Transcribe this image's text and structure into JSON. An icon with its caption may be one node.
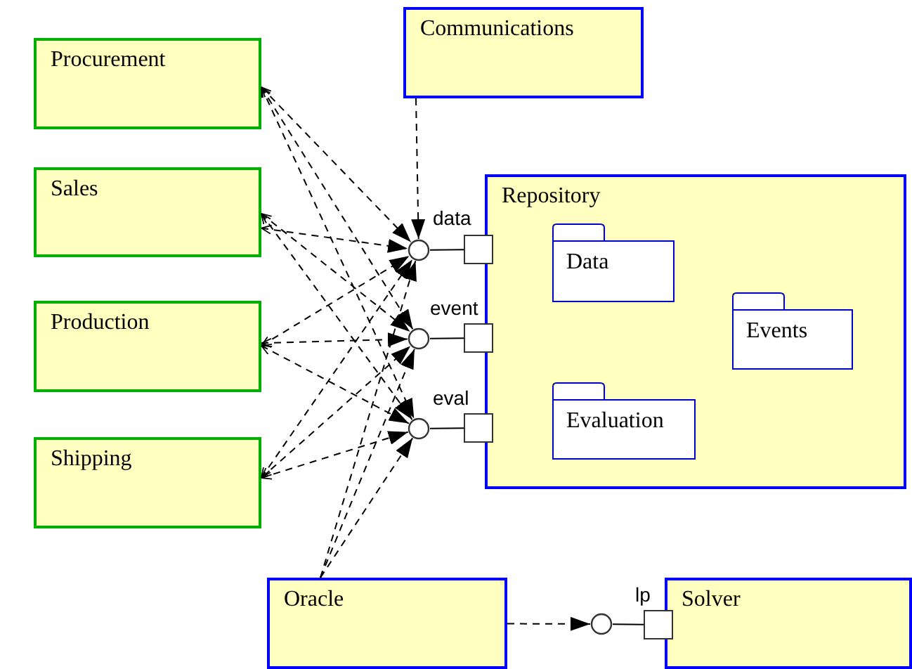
{
  "diagram": {
    "nodes": [
      {
        "text": [
          "Procurement"
        ]
      },
      {
        "text": [
          "Sales"
        ]
      },
      {
        "text": [
          "Production"
        ]
      },
      {
        "text": [
          "Shipping"
        ]
      },
      {
        "text": [
          "Communications"
        ]
      },
      {
        "text": [
          "Repository"
        ]
      },
      {
        "text": [
          "Data"
        ],
        "in": 5
      },
      {
        "text": [
          "Events"
        ],
        "in": 5
      },
      {
        "text": [
          "Evaluation"
        ],
        "in": 5
      },
      {
        "text": [
          "Oracle"
        ]
      },
      {
        "text": [
          "Solver"
        ]
      },
      {
        "text": [],
        "shape": "circle",
        "beside": [
          "data"
        ]
      },
      {
        "text": [],
        "shape": "circle",
        "beside": [
          "event"
        ]
      },
      {
        "text": [],
        "shape": "circle",
        "beside": [
          "eval"
        ]
      },
      {
        "text": [],
        "shape": "box"
      },
      {
        "text": [],
        "shape": "box"
      },
      {
        "text": [],
        "shape": "box"
      },
      {
        "text": [],
        "shape": "circle"
      },
      {
        "text": [],
        "shape": "box",
        "beside": [
          "lp"
        ]
      }
    ],
    "edges": [
      {
        "from": 0,
        "to": 11,
        "arrow": "both",
        "style": "dashed"
      },
      {
        "from": 0,
        "to": 12,
        "arrow": "both",
        "style": "dashed"
      },
      {
        "from": 0,
        "to": 13,
        "arrow": "both",
        "style": "dashed"
      },
      {
        "from": 1,
        "to": 11,
        "arrow": "both",
        "style": "dashed"
      },
      {
        "from": 1,
        "to": 12,
        "arrow": "both",
        "style": "dashed"
      },
      {
        "from": 1,
        "to": 13,
        "arrow": "both",
        "style": "dashed"
      },
      {
        "from": 2,
        "to": 11,
        "arrow": "both",
        "style": "dashed"
      },
      {
        "from": 2,
        "to": 12,
        "arrow": "both",
        "style": "dashed"
      },
      {
        "from": 2,
        "to": 13,
        "arrow": "both",
        "style": "dashed"
      },
      {
        "from": 3,
        "to": 11,
        "arrow": "both",
        "style": "dashed"
      },
      {
        "from": 3,
        "to": 12,
        "arrow": "both",
        "style": "dashed"
      },
      {
        "from": 3,
        "to": 13,
        "arrow": "both",
        "style": "dashed"
      },
      {
        "from": 4,
        "to": 11,
        "arrow": "to",
        "style": "dashed"
      },
      {
        "from": 9,
        "to": 11,
        "arrow": "to",
        "style": "dashed"
      },
      {
        "from": 9,
        "to": 12,
        "arrow": "to",
        "style": "dashed"
      },
      {
        "from": 9,
        "to": 13,
        "arrow": "to",
        "style": "dashed"
      },
      {
        "from": 9,
        "to": 17,
        "arrow": "to",
        "style": "dashed"
      },
      {
        "from": 11,
        "to": 14,
        "arrow": "none"
      },
      {
        "from": 12,
        "to": 15,
        "arrow": "none"
      },
      {
        "from": 13,
        "to": 16,
        "arrow": "none"
      },
      {
        "from": 17,
        "to": 18,
        "arrow": "none"
      }
    ]
  }
}
